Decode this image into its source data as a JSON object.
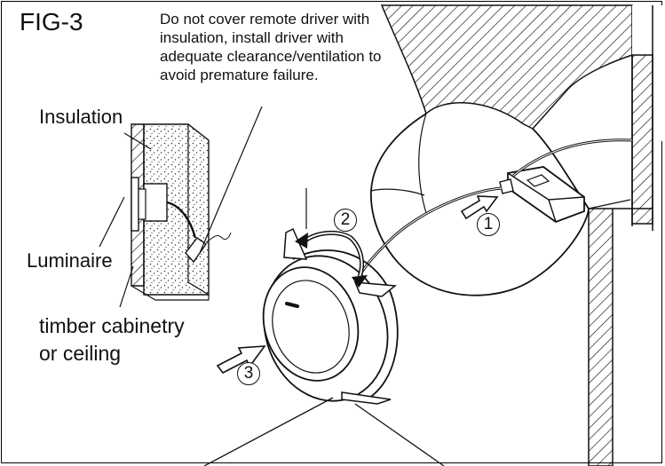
{
  "figure": {
    "label": "FIG-3",
    "warning_note": "Do not cover remote driver with insulation, install driver with adequate clearance/ventilation to avoid premature failure."
  },
  "labels": {
    "insulation": "Insulation",
    "luminaire": "Luminaire",
    "mounting_surface": "timber cabinetry or ceiling"
  },
  "steps": [
    "1",
    "2",
    "3"
  ],
  "icons": {
    "step_arrows": "hollow-arrow-icon",
    "rotate_arrow": "curved-arrow-icon"
  },
  "colors": {
    "line": "#111111",
    "background": "#ffffff"
  }
}
